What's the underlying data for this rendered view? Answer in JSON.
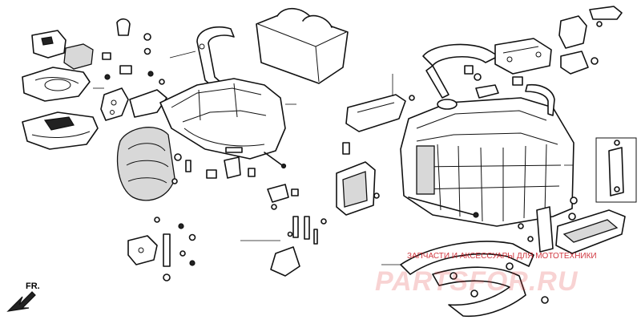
{
  "diagram": {
    "type": "exploded-parts-diagram",
    "direction_label": "FR.",
    "watermark": {
      "line": "ЗАПЧАСТИ И АКСЕССУАРЫ ДЛЯ МОТОТЕХНИКИ",
      "brand": "PARTSFOR.RU"
    },
    "callouts": []
  }
}
